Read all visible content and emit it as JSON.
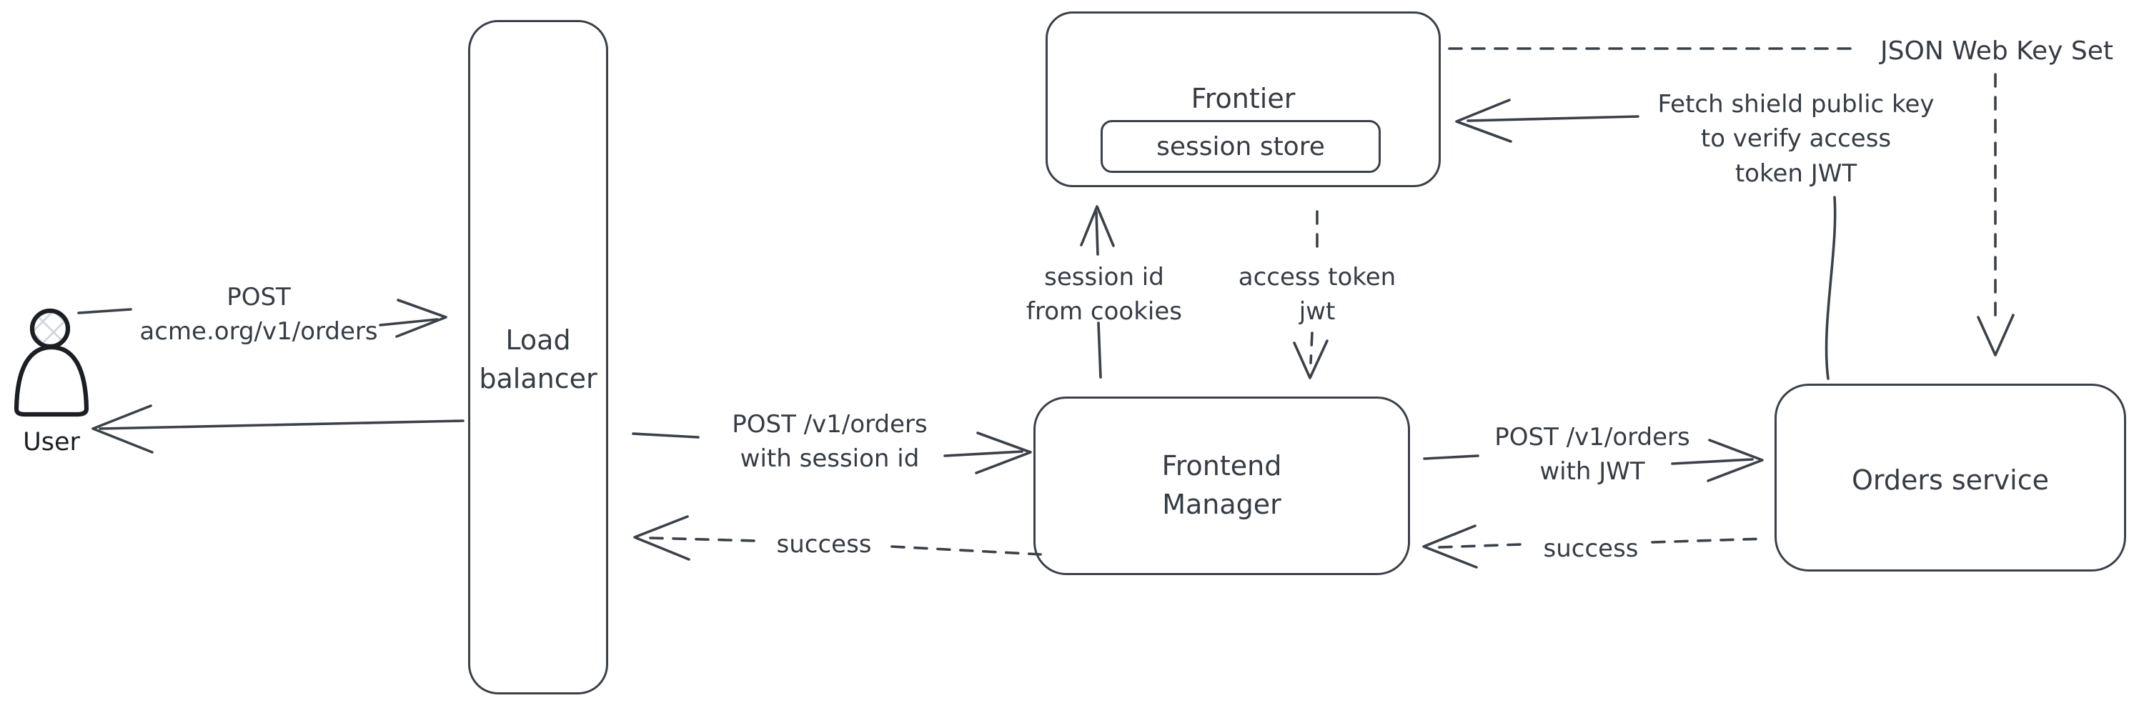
{
  "colors": {
    "stroke": "#3b4149",
    "text": "#363c45",
    "user_stroke": "#1b1e23",
    "user_fill": "#ccd6de",
    "bg": "#ffffff"
  },
  "nodes": {
    "user": {
      "label": "User"
    },
    "load_balancer": {
      "label": "Load\nbalancer"
    },
    "frontier": {
      "label": "Frontier",
      "session_store": {
        "label": "session store"
      }
    },
    "frontend_manager": {
      "label": "Frontend\nManager"
    },
    "orders_service": {
      "label": "Orders service"
    },
    "json_web_key_set": {
      "label": "JSON Web Key Set"
    }
  },
  "edges": {
    "user_to_load_balancer": {
      "label": "POST\nacme.org/v1/orders",
      "style": "solid"
    },
    "load_balancer_to_user": {
      "label": "",
      "style": "solid"
    },
    "load_balancer_to_frontend_manager": {
      "label": "POST /v1/orders\nwith session id",
      "style": "solid"
    },
    "frontend_manager_to_load_balancer": {
      "label": "success",
      "style": "dashed"
    },
    "frontend_manager_to_frontier": {
      "label": "session id\nfrom cookies",
      "style": "solid"
    },
    "frontier_to_frontend_manager": {
      "label": "access token\njwt",
      "style": "dashed"
    },
    "frontend_manager_to_orders_service": {
      "label": "POST /v1/orders\nwith JWT",
      "style": "solid"
    },
    "orders_service_to_frontend_manager": {
      "label": "success",
      "style": "dashed"
    },
    "orders_service_to_frontier": {
      "label": "Fetch shield public key\nto verify access\ntoken JWT",
      "style": "solid"
    },
    "frontier_to_jwks": {
      "label": "",
      "style": "dashed"
    },
    "jwks_to_orders_service": {
      "label": "",
      "style": "dashed"
    }
  }
}
